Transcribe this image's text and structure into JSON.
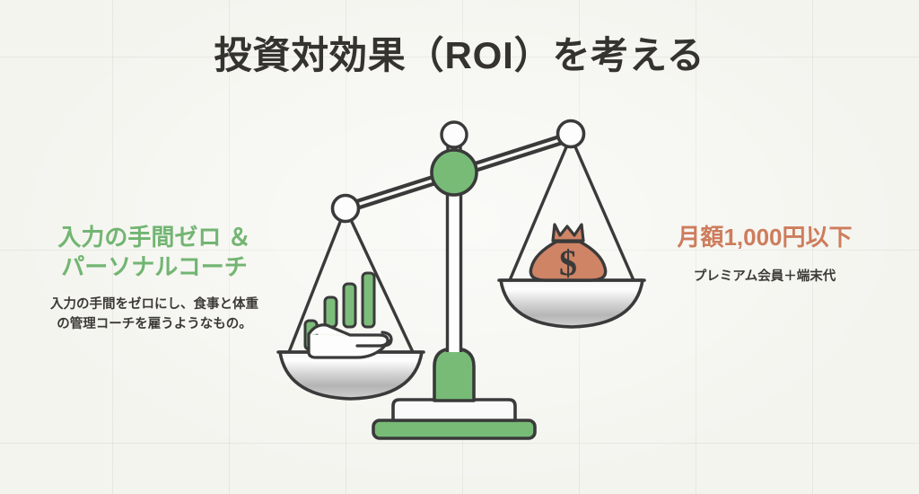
{
  "slide": {
    "title": "投資対効果（ROI）を考える",
    "background_color": "#f4f4ef",
    "title_color": "#35332f"
  },
  "left_block": {
    "headline_line1": "入力の手間ゼロ ＆",
    "headline_line2": "パーソナルコーチ",
    "caption_line1": "入力の手間をゼロにし、食事と体重",
    "caption_line2": "の管理コーチを雇うようなもの。",
    "accent_color": "#72b572"
  },
  "right_block": {
    "headline": "月額1,000円以下",
    "caption": "プレミアム会員＋端末代",
    "accent_color": "#cd7d5c"
  },
  "illustration": {
    "name": "balance-scale",
    "left_pan_icon": "hand-holding-growth-bars-icon",
    "right_pan_icon": "money-bag-icon",
    "money_bag_symbol": "$",
    "bar_count": 4,
    "green": "#77bb77",
    "outline": "#3a3a3a",
    "money_bag_color": "#cf8466",
    "pan_metal_light": "#fdfdfd",
    "pan_metal_dark": "#a9a9a9",
    "tilt_note": "left pan heavier (down), right pan up"
  }
}
